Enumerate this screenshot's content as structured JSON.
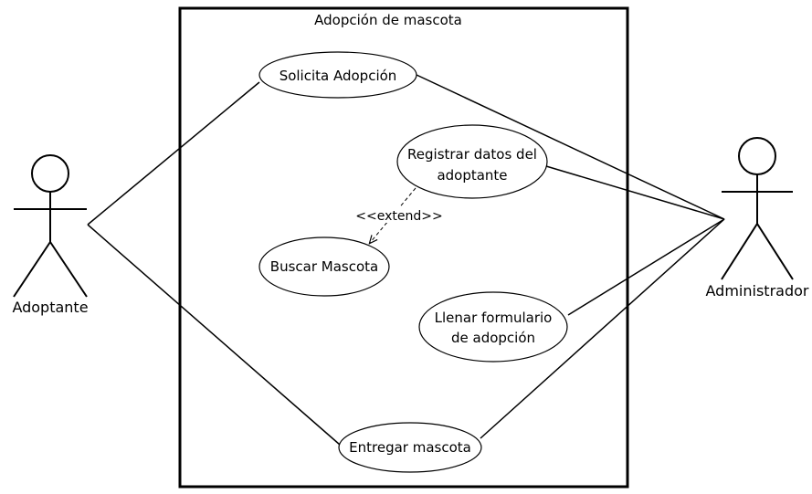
{
  "system": {
    "title": "Adopción de mascota"
  },
  "actors": {
    "adoptante": {
      "label": "Adoptante"
    },
    "administrador": {
      "label": "Administrador"
    }
  },
  "use_cases": {
    "solicita": {
      "lines": [
        "Solicita Adopción"
      ]
    },
    "registrar": {
      "lines": [
        "Registrar datos del",
        "adoptante"
      ]
    },
    "buscar": {
      "lines": [
        "Buscar Mascota"
      ]
    },
    "llenar": {
      "lines": [
        "Llenar formulario",
        "de adopción"
      ]
    },
    "entregar": {
      "lines": [
        "Entregar mascota"
      ]
    }
  },
  "relations": {
    "extend": {
      "label": "<<extend>>"
    }
  },
  "colors": {
    "stroke": "#000000",
    "background": "#ffffff"
  }
}
